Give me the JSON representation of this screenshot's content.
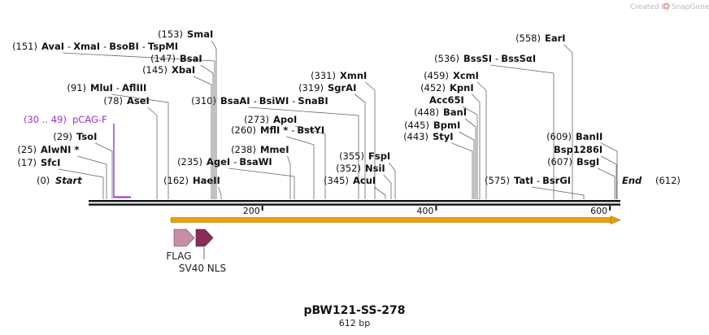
{
  "credit": "Created by",
  "brand": "SnapGene",
  "title": "pBW121-SS-278",
  "subtitle": "612 bp",
  "seq_length": 612,
  "scale_ticks": [
    {
      "label": "200",
      "bp": 200
    },
    {
      "label": "400",
      "bp": 400
    },
    {
      "label": "600",
      "bp": 600
    }
  ],
  "start_label": {
    "pos": "(0)",
    "name": "Start"
  },
  "end_label": {
    "pos": "(612)",
    "name": "End"
  },
  "primer": {
    "range": "(30 .. 49)",
    "name": "pCAG-F",
    "color": "#9a2fd0"
  },
  "orf_color": "#e8a100",
  "features": [
    {
      "name": "FLAG",
      "color": "#c78ea5"
    },
    {
      "name": "SV40 NLS",
      "color": "#8c2a5a"
    }
  ],
  "enzyme_lines": [
    {
      "pos": "(17)",
      "names": [
        "SfcI"
      ]
    },
    {
      "pos": "(25)",
      "names": [
        "AlwNI *"
      ]
    },
    {
      "pos": "(29)",
      "names": [
        "TsoI"
      ]
    },
    {
      "pos": "(78)",
      "names": [
        "AseI"
      ]
    },
    {
      "pos": "(91)",
      "names": [
        "MluI",
        "AflIII"
      ]
    },
    {
      "pos": "(145)",
      "names": [
        "XbaI"
      ]
    },
    {
      "pos": "(147)",
      "names": [
        "BsaI"
      ]
    },
    {
      "pos": "(151)",
      "names": [
        "AvaI",
        "XmaI",
        "BsoBI",
        "TspMI"
      ]
    },
    {
      "pos": "(153)",
      "names": [
        "SmaI"
      ]
    },
    {
      "pos": "(162)",
      "names": [
        "HaeII"
      ]
    },
    {
      "pos": "(235)",
      "names": [
        "AgeI",
        "BsaWI"
      ]
    },
    {
      "pos": "(238)",
      "names": [
        "MmeI"
      ]
    },
    {
      "pos": "(260)",
      "names": [
        "MflI *",
        "BstYI"
      ]
    },
    {
      "pos": "(273)",
      "names": [
        "ApoI"
      ]
    },
    {
      "pos": "(310)",
      "names": [
        "BsaAI",
        "BsiWI",
        "SnaBI"
      ]
    },
    {
      "pos": "(319)",
      "names": [
        "SgrAI"
      ]
    },
    {
      "pos": "(331)",
      "names": [
        "XmnI"
      ]
    },
    {
      "pos": "(345)",
      "names": [
        "AcuI"
      ]
    },
    {
      "pos": "(352)",
      "names": [
        "NsiI"
      ]
    },
    {
      "pos": "(355)",
      "names": [
        "FspI"
      ]
    },
    {
      "pos": "(443)",
      "names": [
        "StyI"
      ]
    },
    {
      "pos": "(445)",
      "names": [
        "BpmI"
      ]
    },
    {
      "pos": "(448)",
      "names": [
        "BanI"
      ]
    },
    {
      "pos": "",
      "names": [
        "Acc65I"
      ]
    },
    {
      "pos": "(452)",
      "names": [
        "KpnI"
      ]
    },
    {
      "pos": "(459)",
      "names": [
        "XcmI"
      ]
    },
    {
      "pos": "(536)",
      "names": [
        "BssSI",
        "BssSαI"
      ]
    },
    {
      "pos": "(558)",
      "names": [
        "EarI"
      ]
    },
    {
      "pos": "(575)",
      "names": [
        "TatI",
        "BsrGI"
      ]
    },
    {
      "pos": "(607)",
      "names": [
        "BsgI"
      ]
    },
    {
      "pos": "",
      "names": [
        "Bsp1286I"
      ]
    },
    {
      "pos": "(609)",
      "names": [
        "BanII"
      ]
    }
  ]
}
